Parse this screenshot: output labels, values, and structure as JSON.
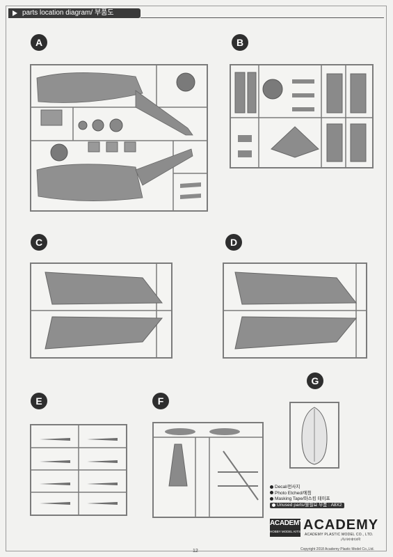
{
  "header": {
    "title": "parts location diagram/ 부품도"
  },
  "sprues": [
    {
      "id": "A",
      "label": "A"
    },
    {
      "id": "B",
      "label": "B"
    },
    {
      "id": "C",
      "label": "C"
    },
    {
      "id": "D",
      "label": "D"
    },
    {
      "id": "E",
      "label": "E"
    },
    {
      "id": "F",
      "label": "F"
    },
    {
      "id": "G",
      "label": "G"
    }
  ],
  "legend": {
    "decal": "Decal/전사지",
    "photo_etched": "Photo Etched/에칭",
    "masking_tape": "Masking Tape/마스킹 테이프",
    "unused_parts": "Unused parts/",
    "unused_parts_kr": "불필요 부품 : A8X2"
  },
  "branding": {
    "logo_main": "ACADEMY",
    "logo_sub": "HOBBY MODEL KITS",
    "wordmark": "ACADEMY",
    "wordmark_sub": "ACADEMY PLASTIC MODEL CO., LTD.",
    "wordmark_kr": "(주)아카데미과학"
  },
  "footer": {
    "page_number": "12",
    "copyright": "Copyright 2018 Academy Plastic Model Co.,Ltd."
  },
  "colors": {
    "part": "#909090",
    "part_dark": "#6e6e6e",
    "frame": "#7b7b7b",
    "badge": "#2e2e2e"
  }
}
